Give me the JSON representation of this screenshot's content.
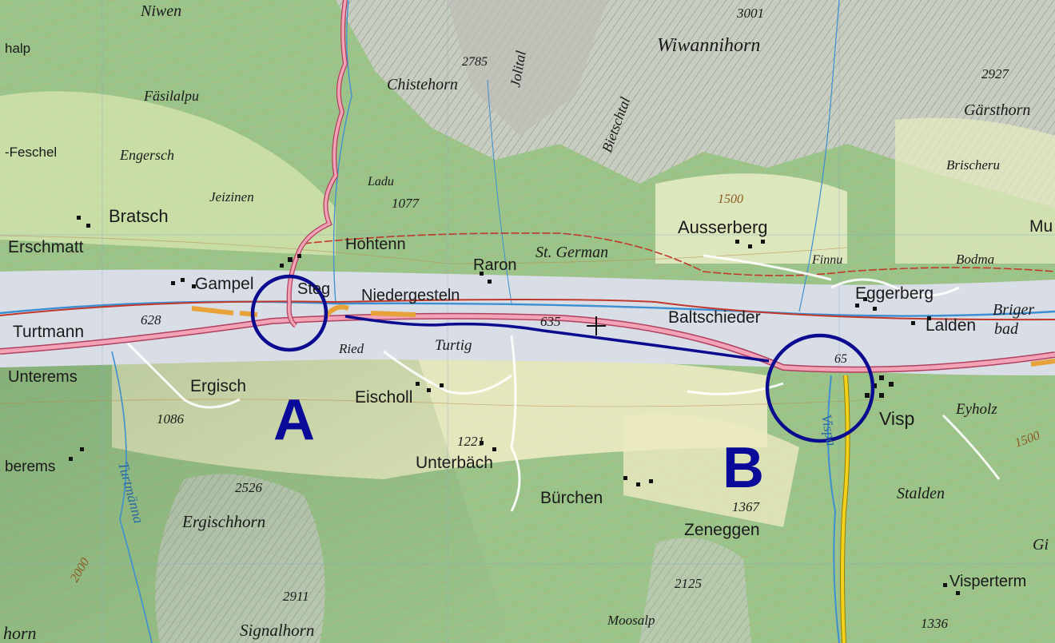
{
  "route_markers": {
    "start": "A",
    "end": "B"
  },
  "colors": {
    "valley": "#d9dde6",
    "forest": "#8fc07a",
    "meadow": "#f2efc8",
    "rock": "#c9c9c4",
    "road_main": "#e8738c",
    "road_main_edge": "#b04060",
    "railway": "#c0392b",
    "river": "#3d8fd1",
    "route_line": "#0b0b8f",
    "highway": "#e8a23a",
    "yellow_road": "#f2d21b",
    "contour": "#b88a4a"
  },
  "places": [
    {
      "id": "niwen",
      "text": "Niwen",
      "style": "it"
    },
    {
      "id": "halp",
      "text": "halp",
      "style": "plain"
    },
    {
      "id": "fasilalpu",
      "text": "Fäsilalpu",
      "style": "it"
    },
    {
      "id": "feschel",
      "text": "-Feschel",
      "style": "plain"
    },
    {
      "id": "engersch",
      "text": "Engersch",
      "style": "it"
    },
    {
      "id": "jeizinen",
      "text": "Jeizinen",
      "style": "it"
    },
    {
      "id": "bratsch",
      "text": "Bratsch",
      "style": "plain"
    },
    {
      "id": "erschmatt",
      "text": "Erschmatt",
      "style": "plain"
    },
    {
      "id": "gampel",
      "text": "Gampel",
      "style": "plain"
    },
    {
      "id": "steg",
      "text": "Steg",
      "style": "plain"
    },
    {
      "id": "hohtenn",
      "text": "Hohtenn",
      "style": "plain"
    },
    {
      "id": "niedergesteln",
      "text": "Niedergesteln",
      "style": "plain"
    },
    {
      "id": "raron",
      "text": "Raron",
      "style": "plain"
    },
    {
      "id": "st-german",
      "text": "St. German",
      "style": "it"
    },
    {
      "id": "ladu",
      "text": "Ladu",
      "style": "it"
    },
    {
      "id": "chistehorn",
      "text": "Chistehorn",
      "style": "it"
    },
    {
      "id": "wiwannihorn",
      "text": "Wiwannihorn",
      "style": "it"
    },
    {
      "id": "garsthorn",
      "text": "Gärsthorn",
      "style": "it"
    },
    {
      "id": "brischeru",
      "text": "Brischeru",
      "style": "it"
    },
    {
      "id": "ausserberg",
      "text": "Ausserberg",
      "style": "plain"
    },
    {
      "id": "finnu",
      "text": "Finnu",
      "style": "it"
    },
    {
      "id": "bodma",
      "text": "Bodma",
      "style": "it"
    },
    {
      "id": "mu",
      "text": "Mu",
      "style": "plain"
    },
    {
      "id": "eggerberg",
      "text": "Eggerberg",
      "style": "plain"
    },
    {
      "id": "briger",
      "text": "Briger",
      "style": "it"
    },
    {
      "id": "bad",
      "text": "bad",
      "style": "it"
    },
    {
      "id": "lalden",
      "text": "Lalden",
      "style": "plain"
    },
    {
      "id": "baltschieder",
      "text": "Baltschieder",
      "style": "plain"
    },
    {
      "id": "turtmann",
      "text": "Turtmann",
      "style": "plain"
    },
    {
      "id": "unterems",
      "text": "Unterems",
      "style": "plain"
    },
    {
      "id": "ergisch",
      "text": "Ergisch",
      "style": "plain"
    },
    {
      "id": "eischoll",
      "text": "Eischoll",
      "style": "plain"
    },
    {
      "id": "ried",
      "text": "Ried",
      "style": "it"
    },
    {
      "id": "turtig",
      "text": "Turtig",
      "style": "it"
    },
    {
      "id": "visp",
      "text": "Visp",
      "style": "plain"
    },
    {
      "id": "eyholz",
      "text": "Eyholz",
      "style": "it"
    },
    {
      "id": "oberems",
      "text": "berems",
      "style": "plain"
    },
    {
      "id": "unterbach",
      "text": "Unterbäch",
      "style": "plain"
    },
    {
      "id": "burchen",
      "text": "Bürchen",
      "style": "plain"
    },
    {
      "id": "zeneggen",
      "text": "Zeneggen",
      "style": "plain"
    },
    {
      "id": "stalden",
      "text": "Stalden",
      "style": "it"
    },
    {
      "id": "ergischhorn",
      "text": "Ergischhorn",
      "style": "it"
    },
    {
      "id": "signalhorn",
      "text": "Signalhorn",
      "style": "it"
    },
    {
      "id": "moosalp",
      "text": "Moosalp",
      "style": "it"
    },
    {
      "id": "visperterm",
      "text": "Visperterm",
      "style": "plain"
    },
    {
      "id": "gi",
      "text": "Gi",
      "style": "it"
    },
    {
      "id": "horn",
      "text": "horn",
      "style": "it"
    }
  ],
  "elevations": [
    {
      "id": "e3001",
      "text": "3001"
    },
    {
      "id": "e2785",
      "text": "2785"
    },
    {
      "id": "e2927",
      "text": "2927"
    },
    {
      "id": "e1077",
      "text": "1077"
    },
    {
      "id": "e628",
      "text": "628"
    },
    {
      "id": "e635",
      "text": "635"
    },
    {
      "id": "e1086",
      "text": "1086"
    },
    {
      "id": "e1221",
      "text": "1221"
    },
    {
      "id": "e2526",
      "text": "2526"
    },
    {
      "id": "e1367",
      "text": "1367"
    },
    {
      "id": "e2125",
      "text": "2125"
    },
    {
      "id": "e2911",
      "text": "2911"
    },
    {
      "id": "e1336",
      "text": "1336"
    },
    {
      "id": "e65",
      "text": "65"
    }
  ],
  "contour_labels": [
    {
      "id": "c1500a",
      "text": "1500"
    },
    {
      "id": "c1500b",
      "text": "1500"
    },
    {
      "id": "c2000",
      "text": "2000"
    }
  ],
  "water_labels": [
    {
      "id": "turtmanna",
      "text": "Turtmänna"
    },
    {
      "id": "vispa",
      "text": "Vispa"
    },
    {
      "id": "bietschtal",
      "text": "Bietschtal"
    },
    {
      "id": "jolital",
      "text": "Jolital"
    }
  ]
}
